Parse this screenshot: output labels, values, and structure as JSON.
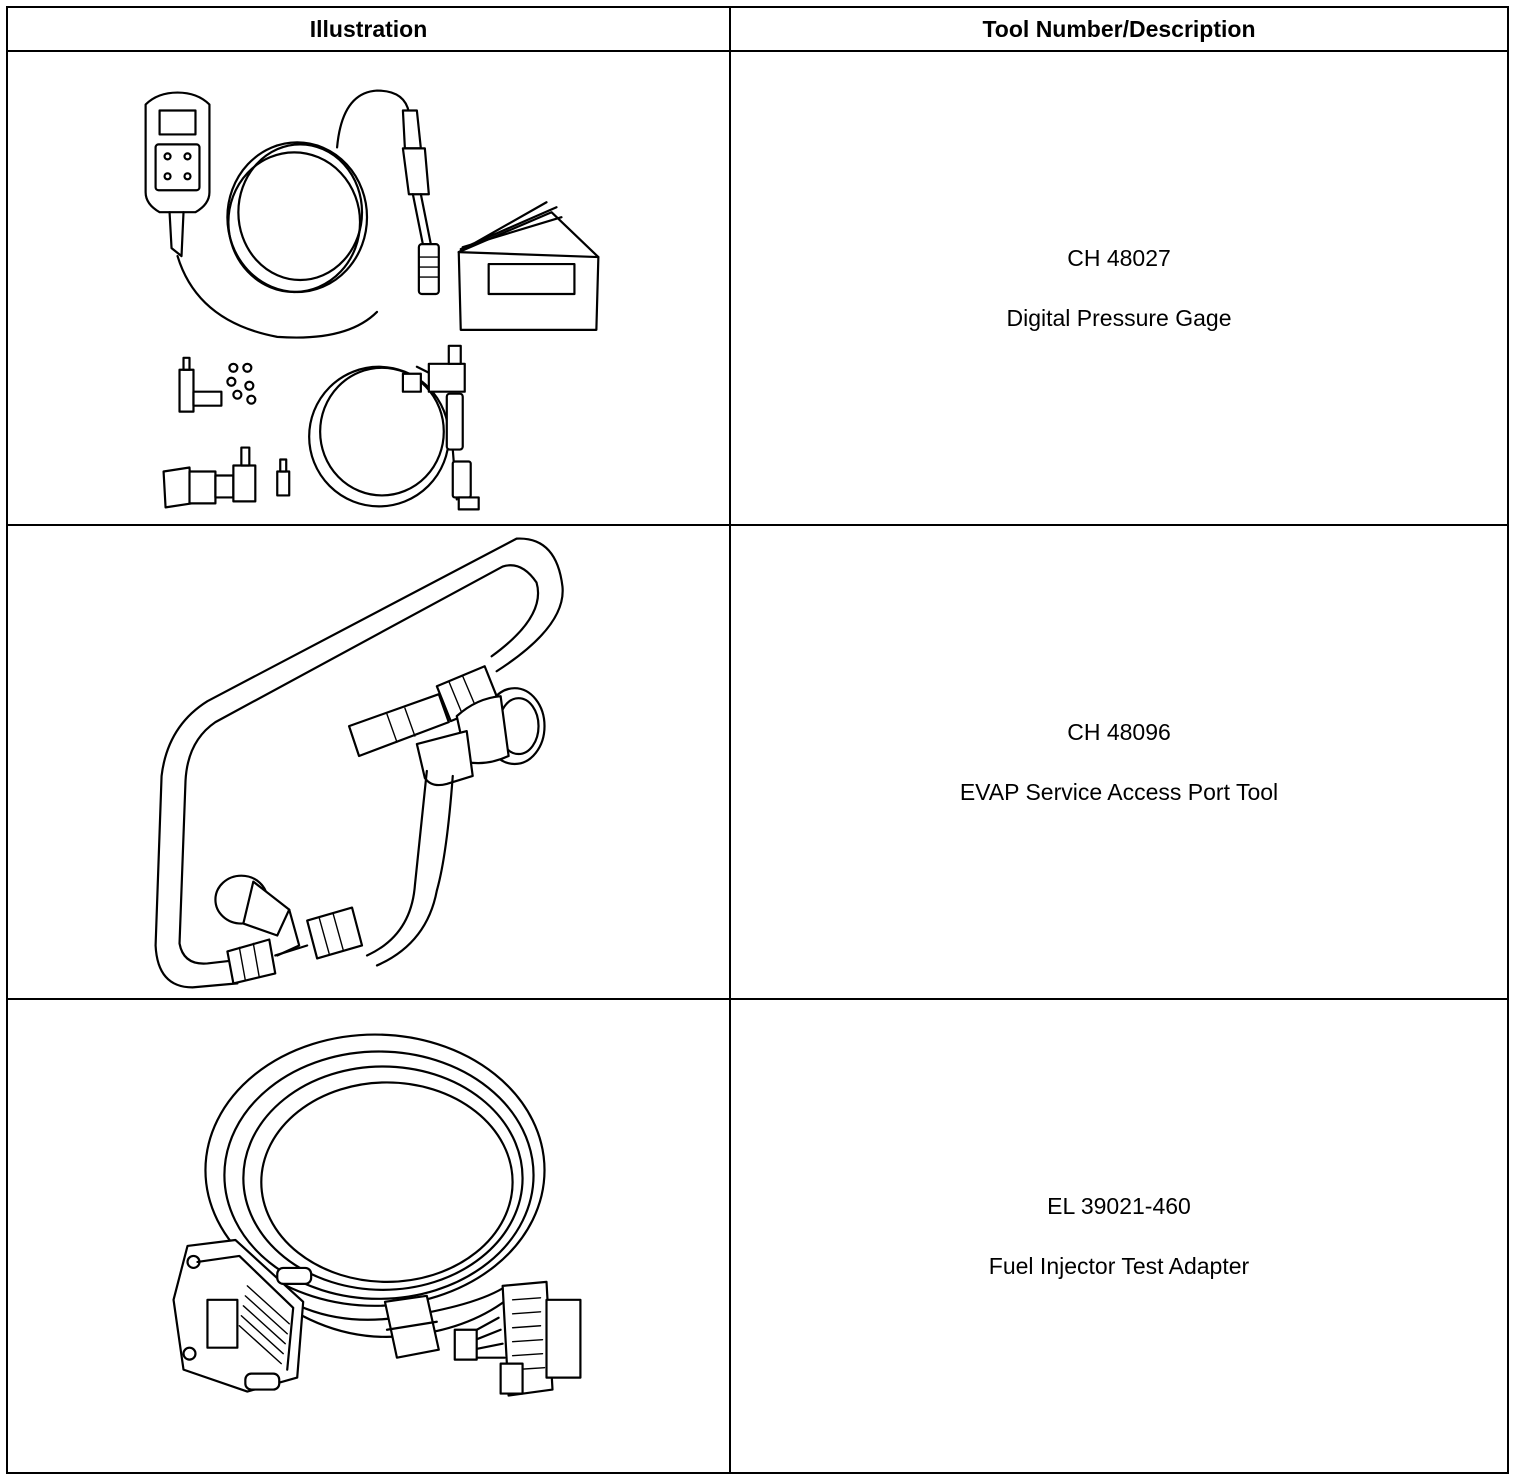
{
  "table": {
    "headers": [
      "Illustration",
      "Tool Number/Description"
    ],
    "rows": [
      {
        "number": "CH 48027",
        "description": "Digital Pressure Gage",
        "illustration": "digital-pressure-gage-kit"
      },
      {
        "number": "CH 48096",
        "description": "EVAP Service Access Port Tool",
        "illustration": "evap-hose-tool"
      },
      {
        "number": "EL 39021-460",
        "description": "Fuel Injector Test Adapter",
        "illustration": "test-adapter-harness"
      }
    ]
  }
}
